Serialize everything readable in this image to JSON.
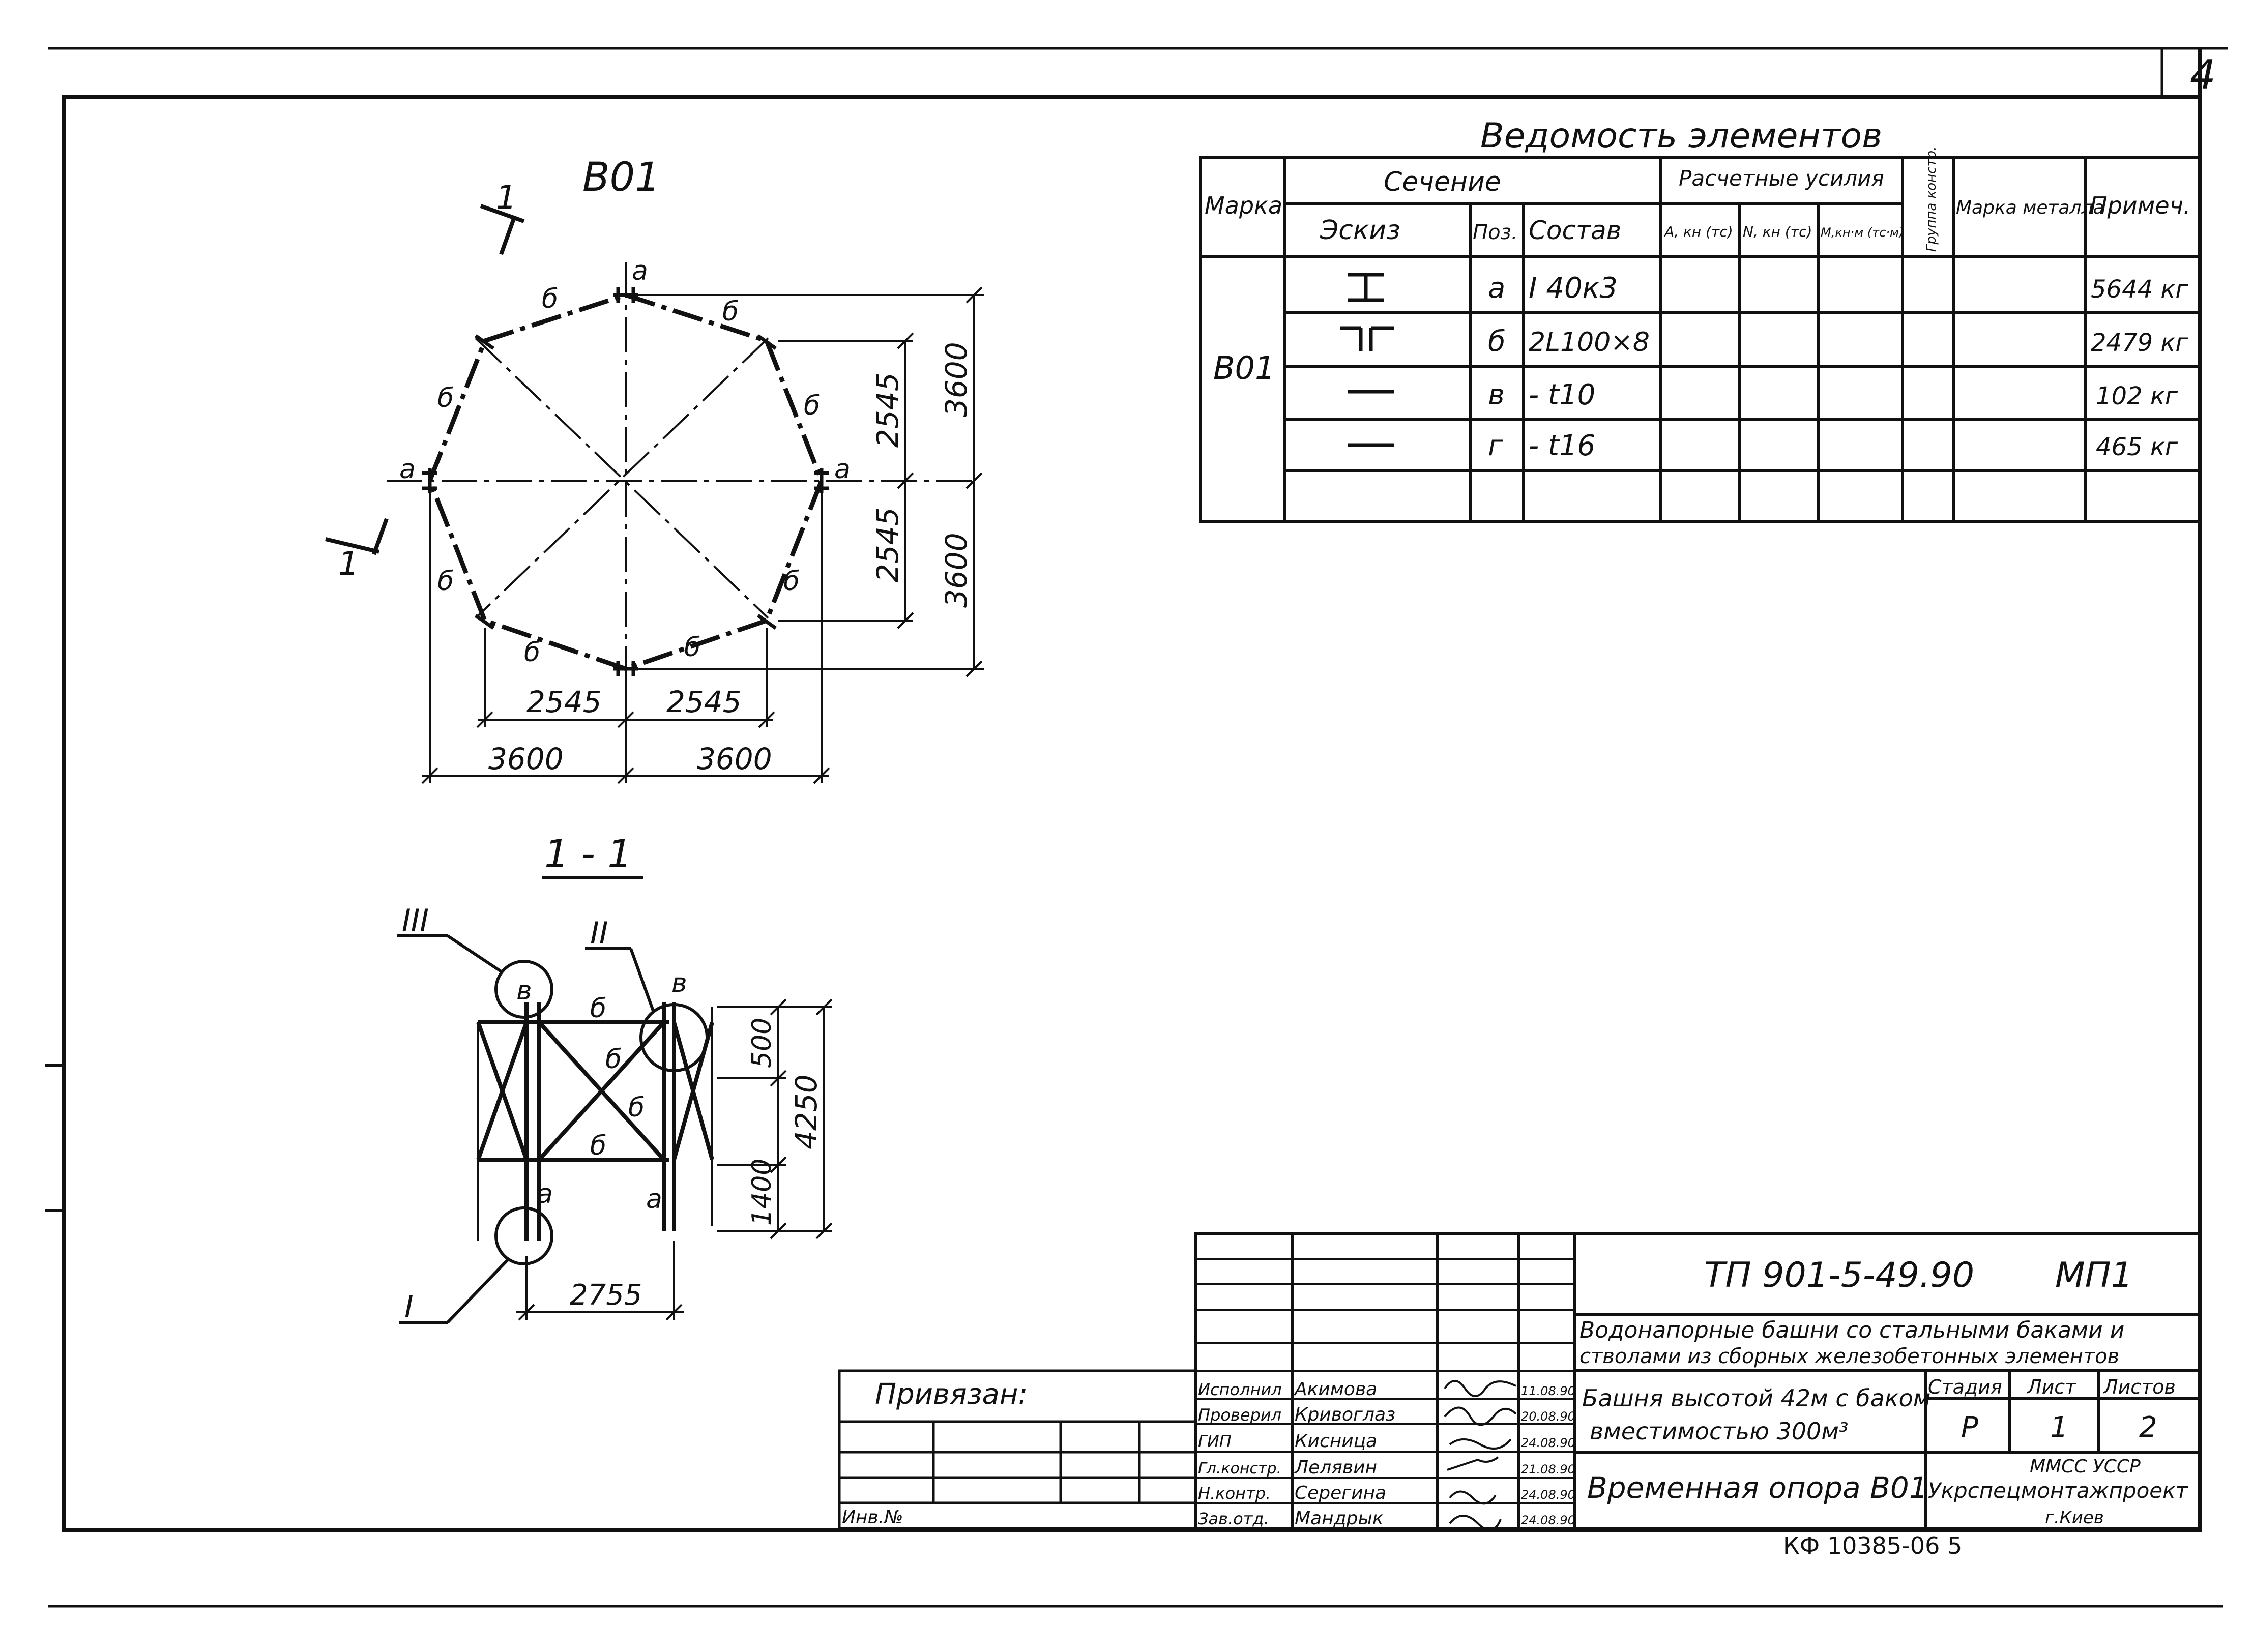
{
  "sheet_number": "4",
  "plan": {
    "title": "В01",
    "section_mark": "1",
    "pos_a": "а",
    "pos_b": "б",
    "dim_2545": "2545",
    "dim_3600": "3600"
  },
  "section": {
    "title": "1 - 1",
    "callout_1": "I",
    "callout_2": "II",
    "callout_3": "III",
    "pos_a": "а",
    "pos_b": "б",
    "pos_v": "в",
    "dim_500": "500",
    "dim_1400": "1400",
    "dim_4250": "4250",
    "dim_2755": "2755"
  },
  "table": {
    "caption": "Ведомость элементов",
    "headers": {
      "marka": "Марка",
      "sechenie": "Сечение",
      "eskiz": "Эскиз",
      "poz": "Поз.",
      "sostav": "Состав",
      "efforts": "Расчетные усилия",
      "a_kn": "А, кн (тс)",
      "n_kn": "N, кн (тс)",
      "m_kn": "М,кн·м (тс·м)",
      "group": "Группа констр.",
      "metal": "Марка металла",
      "note": "Примеч."
    },
    "mark_value": "В01",
    "rows": [
      {
        "pos": "а",
        "sostav": "I 40к3",
        "note": "5644 кг"
      },
      {
        "pos": "б",
        "sostav": "2L100×8",
        "note": "2479 кг"
      },
      {
        "pos": "в",
        "sostav": "- t10",
        "note": "102 кг"
      },
      {
        "pos": "г",
        "sostav": "- t16",
        "note": "465 кг"
      }
    ]
  },
  "titleblock": {
    "code": "ТП 901-5-49.90",
    "mark": "МП1",
    "project_line1": "Водонапорные башни со стальными баками и",
    "project_line2": "стволами из сборных железобетонных элементов",
    "building_line1": "Башня высотой 42м с баком",
    "building_line2": "вместимостью 300м³",
    "sheet_title": "Временная опора В01",
    "stage_label": "Стадия",
    "sheet_label": "Лист",
    "sheets_label": "Листов",
    "stage": "Р",
    "sheet": "1",
    "sheets": "2",
    "org_line1": "ММСС УССР",
    "org_line2": "Укрспецмонтажпроект",
    "org_line3": "г.Киев",
    "signers": [
      {
        "role": "Исполнил",
        "name": "Акимова",
        "date": "11.08.90"
      },
      {
        "role": "Проверил",
        "name": "Кривоглаз",
        "date": "20.08.90"
      },
      {
        "role": "ГИП",
        "name": "Кисница",
        "date": "24.08.90"
      },
      {
        "role": "Гл.констр.",
        "name": "Лелявин",
        "date": "21.08.90"
      },
      {
        "role": "Н.контр.",
        "name": "Серегина",
        "date": "24.08.90"
      },
      {
        "role": "Зав.отд.",
        "name": "Мандрык",
        "date": "24.08.90"
      }
    ]
  },
  "binding": {
    "label": "Привязан:",
    "inv_label": "Инв.№"
  },
  "footer_code": "КФ 10385-06   5"
}
